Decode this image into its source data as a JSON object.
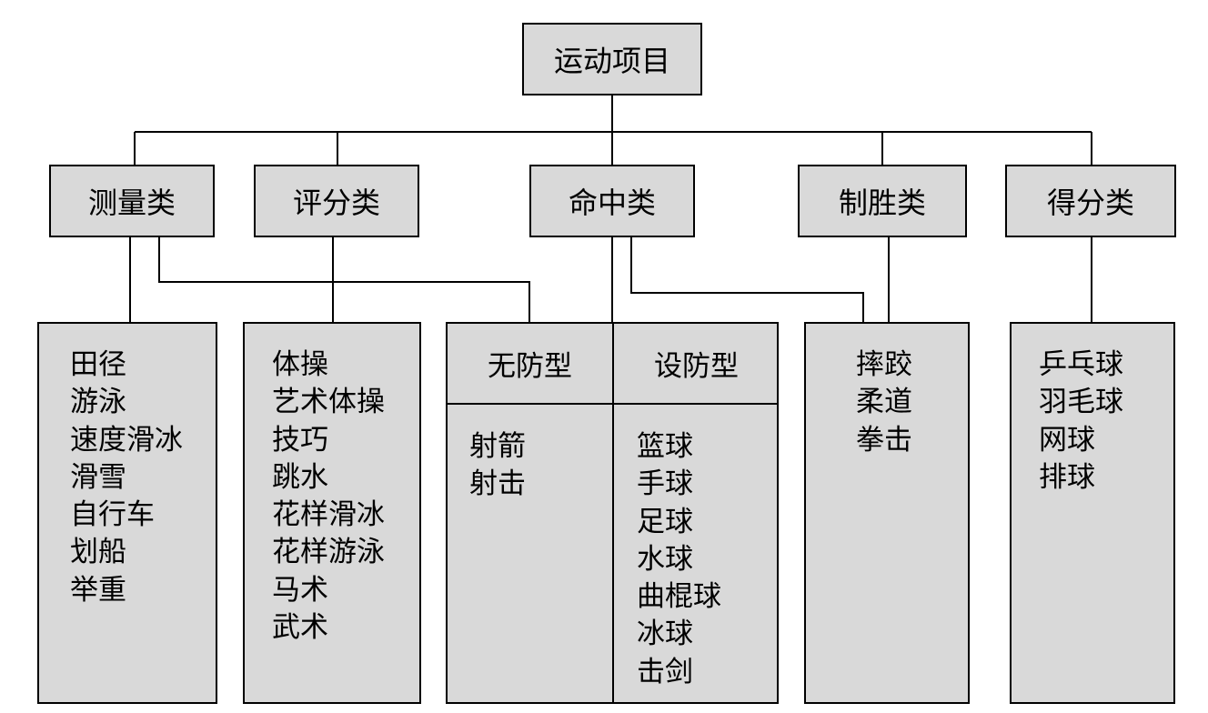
{
  "root": {
    "label": "运动项目"
  },
  "categories": [
    {
      "label": "测量类"
    },
    {
      "label": "评分类"
    },
    {
      "label": "命中类"
    },
    {
      "label": "制胜类"
    },
    {
      "label": "得分类"
    }
  ],
  "groups": {
    "measure": {
      "items": [
        "田径",
        "游泳",
        "速度滑冰",
        "滑雪",
        "自行车",
        "划船",
        "举重"
      ]
    },
    "score": {
      "items": [
        "体操",
        "艺术体操",
        "技巧",
        "跳水",
        "花样滑冰",
        "花样游泳",
        "马术",
        "武术"
      ]
    },
    "hit": {
      "undefended": {
        "label": "无防型",
        "items": [
          "射箭",
          "射击"
        ]
      },
      "defended": {
        "label": "设防型",
        "items": [
          "篮球",
          "手球",
          "足球",
          "水球",
          "曲棍球",
          "冰球",
          "击剑"
        ]
      }
    },
    "win": {
      "items": [
        "摔跤",
        "柔道",
        "拳击"
      ]
    },
    "points": {
      "items": [
        "乒乓球",
        "羽毛球",
        "网球",
        "排球"
      ]
    }
  }
}
